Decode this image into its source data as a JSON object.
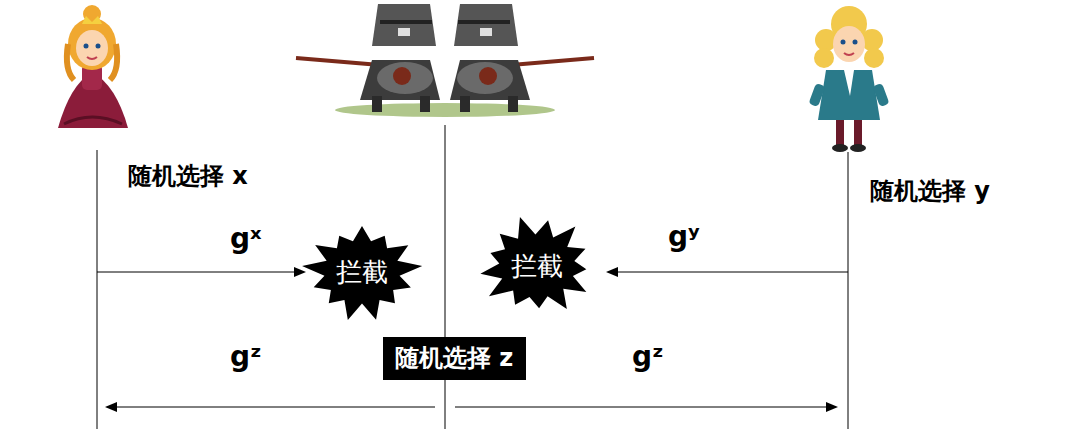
{
  "diagram": {
    "nodes": [
      {
        "text": [
          "拦截"
        ]
      },
      {
        "text": [
          "拦截"
        ]
      },
      {
        "text": [
          "随机选择 z"
        ]
      }
    ],
    "labels": [
      "随机选择 x",
      "随机选择 y",
      "gˣ",
      "gʸ",
      "gᶻ",
      "gᶻ"
    ]
  }
}
